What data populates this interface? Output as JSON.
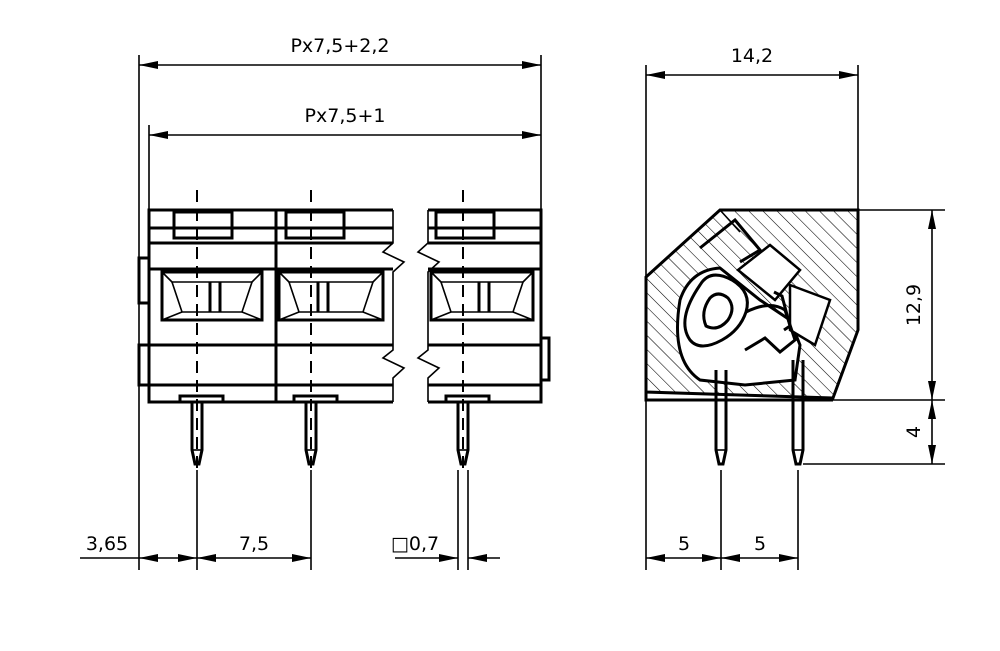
{
  "front_view": {
    "overall_width_label": "Px7,5+2,2",
    "body_width_label": "Px7,5+1",
    "edge_to_pin_label": "3,65",
    "pitch_label": "7,5",
    "pin_size_label": "□0,7"
  },
  "side_view": {
    "depth_label": "14,2",
    "body_height_label": "12,9",
    "pin_length_label": "4",
    "pin_spacing_left_label": "5",
    "pin_spacing_right_label": "5"
  }
}
